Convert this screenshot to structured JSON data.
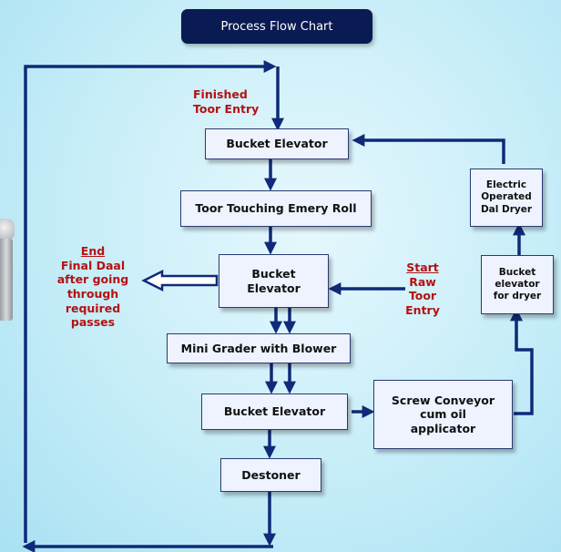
{
  "title": "Process Flow Chart",
  "boxes": {
    "bucket_elevator_top": "Bucket Elevator",
    "emery_roll": "Toor Touching Emery Roll",
    "bucket_elevator_mid": "Bucket Elevator",
    "mini_grader": "Mini Grader with Blower",
    "bucket_elevator_low": "Bucket Elevator",
    "destoner": "Destoner",
    "screw_conveyor": "Screw Conveyor cum oil applicator",
    "dal_dryer": "Electric Operated Dal Dryer",
    "dryer_elevator": "Bucket elevator for dryer"
  },
  "labels": {
    "finished_entry": "Finished Toor Entry",
    "end_heading": "End",
    "end_text": "Final Daal after going through required passes",
    "start_heading": "Start",
    "start_text": "Raw Toor Entry"
  },
  "colors": {
    "title_bg": "#0a1a52",
    "arrow": "#0f2a78",
    "label_red": "#b31212",
    "box_fill": "#eef3ff"
  }
}
